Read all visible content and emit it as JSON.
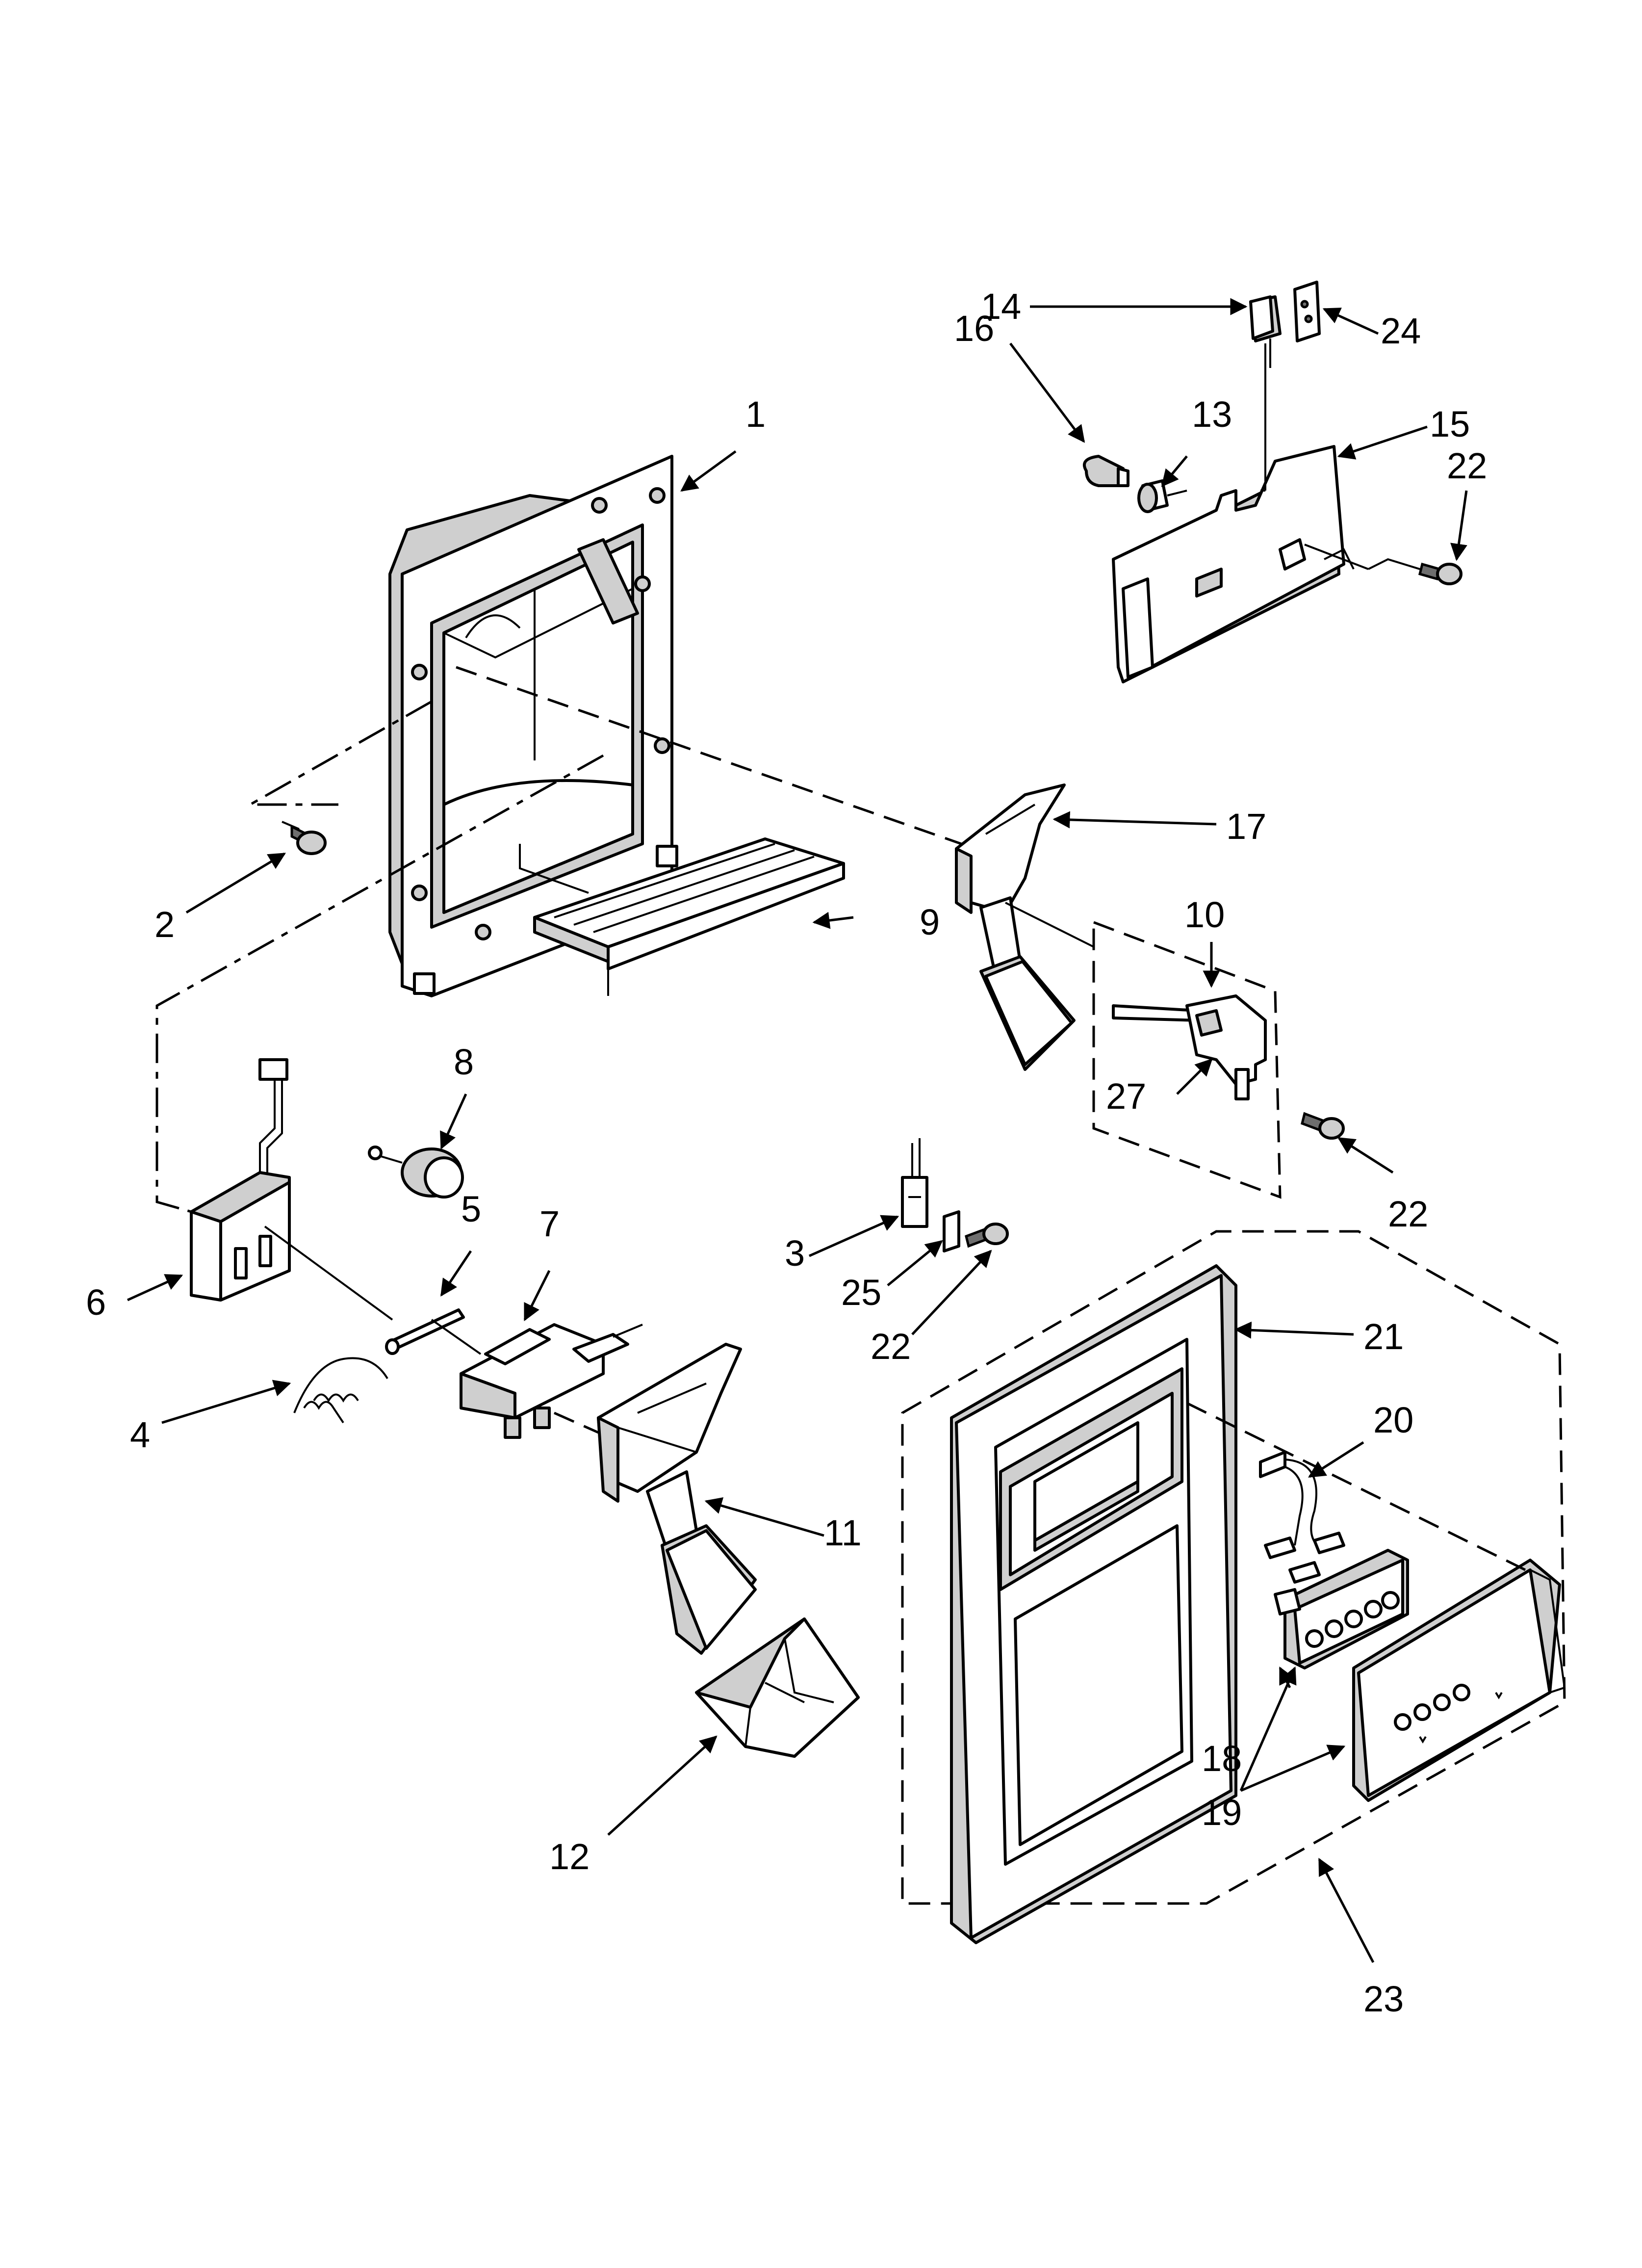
{
  "callouts": {
    "c1": "1",
    "c2": "2",
    "c3": "3",
    "c4": "4",
    "c5": "5",
    "c6": "6",
    "c7": "7",
    "c8": "8",
    "c9": "9",
    "c10": "10",
    "c11": "11",
    "c12": "12",
    "c13": "13",
    "c14": "14",
    "c15": "15",
    "c16": "16",
    "c17": "17",
    "c18": "18",
    "c19": "19",
    "c20": "20",
    "c21": "21",
    "c22a": "22",
    "c22b": "22",
    "c22c": "22",
    "c23": "23",
    "c24": "24",
    "c25": "25",
    "c27": "27"
  }
}
